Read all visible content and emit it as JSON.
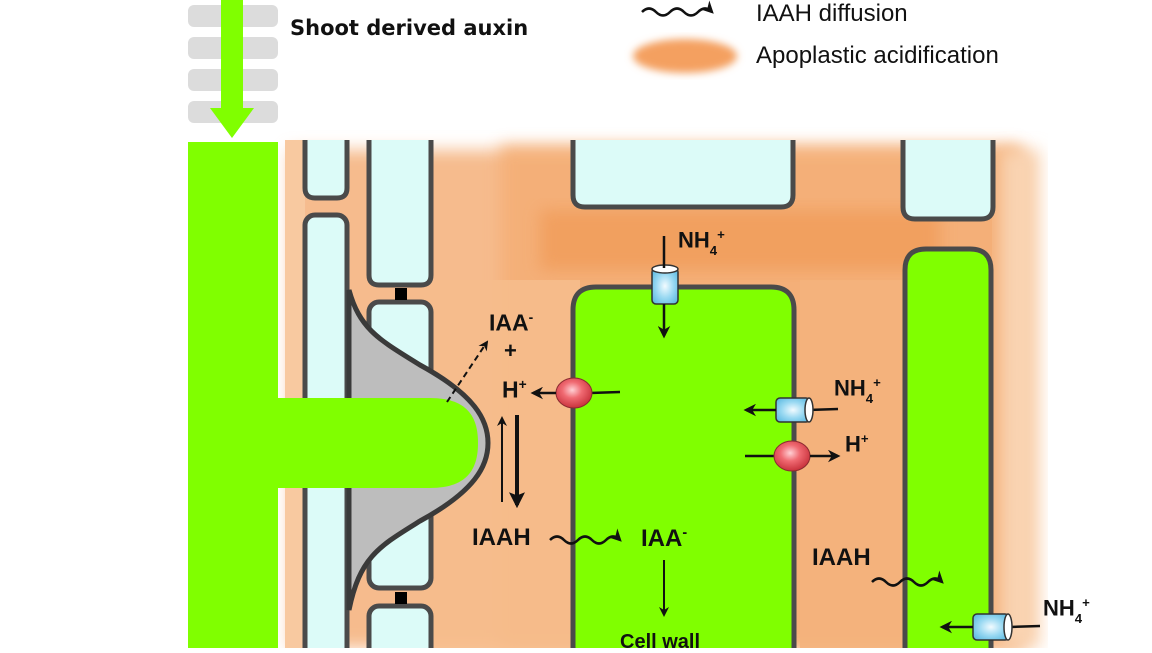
{
  "title": "Shoot derived auxin",
  "legend": {
    "items": [
      {
        "symbol": "wavy-arrow",
        "label": "IAAH diffusion"
      },
      {
        "symbol": "orange-smudge",
        "label": "Apoplastic acidification"
      }
    ]
  },
  "colors": {
    "phloem_green": "#80ff00",
    "cell_cyan": "#dcfbf8",
    "cell_outline": "#4a4a4a",
    "apoplast_orange": "#f4a869",
    "apoplast_light": "#f8c9a0",
    "primordium_gray": "#bdbdbd",
    "h_pump_red": "#e8505a",
    "nh4_channel_blue": "#8fd4f0",
    "tile_gray": "#dcdcdc"
  },
  "labels": {
    "iaa_minus_top": {
      "base": "IAA",
      "sup": "-"
    },
    "plus": "+",
    "h_plus_left": {
      "base": "H",
      "sup": "+"
    },
    "iaah_left": "IAAH",
    "iaa_minus_center": {
      "base": "IAA",
      "sup": "-"
    },
    "cell_wall": "Cell wall",
    "nh4_top": {
      "base": "NH",
      "sub": "4",
      "sup": "+"
    },
    "nh4_mid": {
      "base": "NH",
      "sub": "4",
      "sup": "+"
    },
    "h_plus_right": {
      "base": "H",
      "sup": "+"
    },
    "iaah_right": "IAAH",
    "nh4_bottom": {
      "base": "NH",
      "sub": "4",
      "sup": "+"
    }
  }
}
